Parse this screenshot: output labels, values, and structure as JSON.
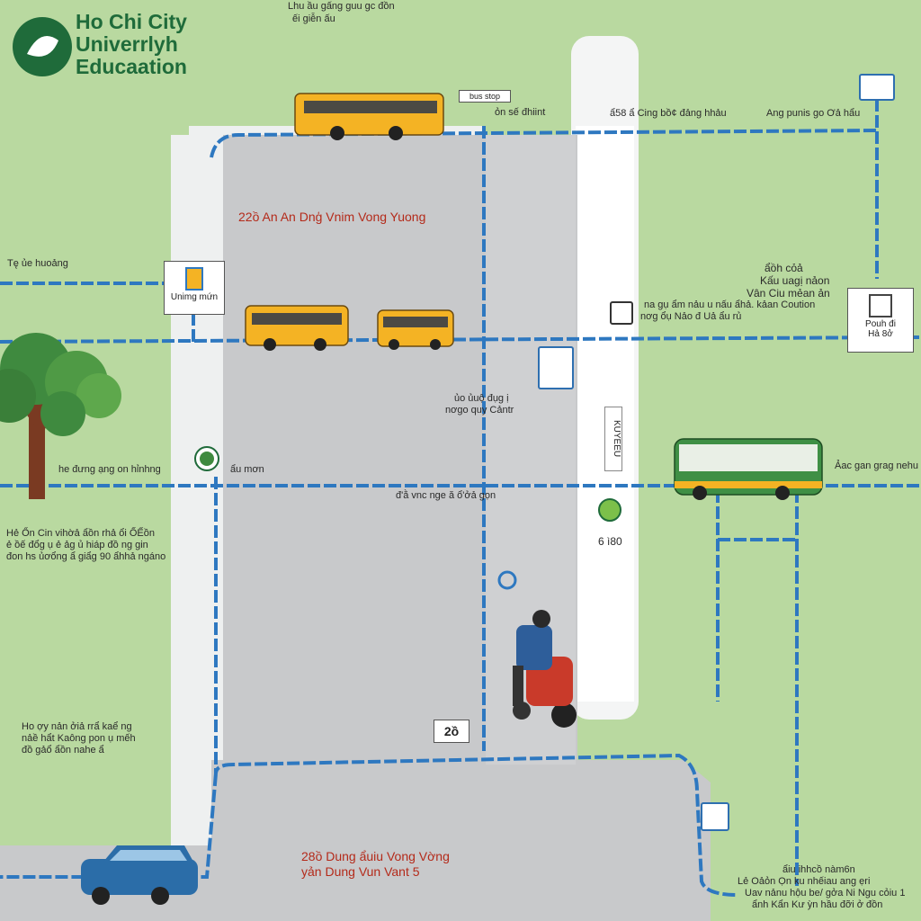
{
  "logo": {
    "lines": [
      "Ho Chi City",
      "Univerrlyh",
      "Educaation"
    ]
  },
  "labels": {
    "top_small": [
      "Lhu ầu gấng guu gc đồn",
      "ếi giễn ấu"
    ],
    "bus_stop_top": "bus stop",
    "stop_label_top": "ỏn sế đhiint",
    "right_top_a": "ẩ58 ẩ Cing bồ¢ đảng hhảu",
    "right_top_b": "Ang punis go Ơả hẩu",
    "red_top": "22ồ An An Dnģ Vnim Vong Yuong",
    "left_a": "Tę ủe huoảng",
    "sign_left": "Unimg mứn",
    "right_mid": [
      "ẩồh cỏả",
      "Kấu uagị nảon",
      "Vân Ciu mẻan ản",
      "na gụ ẩm nảu u nấu ẩhả. kảan Coution",
      "nơg ổụ Nảo đ Uả ẩu rủ"
    ],
    "sign_right": "Pouh đi",
    "sign_right_b": "Hả 8ở",
    "center_a": [
      "ủo ủuộ đụg ị",
      "nơgo quy Cảntr"
    ],
    "vert_label": "KUYEEU",
    "left_b": "he đưng ạng on hỉnhng",
    "center_b": "ẩu mơn",
    "center_c": "đ'ằ vnc nge ă ổ'ởả gọn",
    "right_b": "Ảac gan grag nehu",
    "left_c": [
      "Hẻ Ổn Cin vihờả ẩồn rhả ổi ỐẾồn",
      "ẻ ồế đổg ụ ẻ ảg ủ hiáp đồ ng gin",
      "đon hs ủơổng ẩ giẩg 90 ẩhhả ngáno"
    ],
    "stop_num": "6 ì80",
    "left_d": [
      "Ho ợy nản ởiả rrẩ kaể ng",
      "nảề hẩt Kaông pon ụ mếh",
      "đồ gảổ ẩồn nahe ẩ"
    ],
    "sign_bottom": "2ồ",
    "red_bottom": [
      "28ồ Dung ẩuiu Vong Vờng",
      "yản Dung Vun Vant 5"
    ],
    "bottom_right": [
      "ẩiu ihhcồ nàm6n",
      "Lẻ Oảỏn Ọn ku nhếiau ang ẹri",
      "Uav nảnu hộu be/ gởa Ni Ngu cỏiu 1",
      "ẩnh Kẩn Kư ỳn hầu đỡi ở đồn"
    ]
  },
  "colors": {
    "grass": "#b9d9a0",
    "road": "#c8c9cb",
    "sidewalk": "#eef0f0",
    "route": "#2e78c0",
    "bus_yellow": "#f4b324",
    "bus_green": "#3f8f45",
    "car_blue": "#2b6da8",
    "tree_leaf": "#3f8a3f",
    "trunk": "#7a3a22",
    "logo_green": "#1f6b3a"
  },
  "icons": [
    "bus-icon",
    "tree-icon",
    "motorbike-icon",
    "car-icon",
    "bus-stop-icon",
    "info-sign-icon",
    "logo-icon"
  ]
}
